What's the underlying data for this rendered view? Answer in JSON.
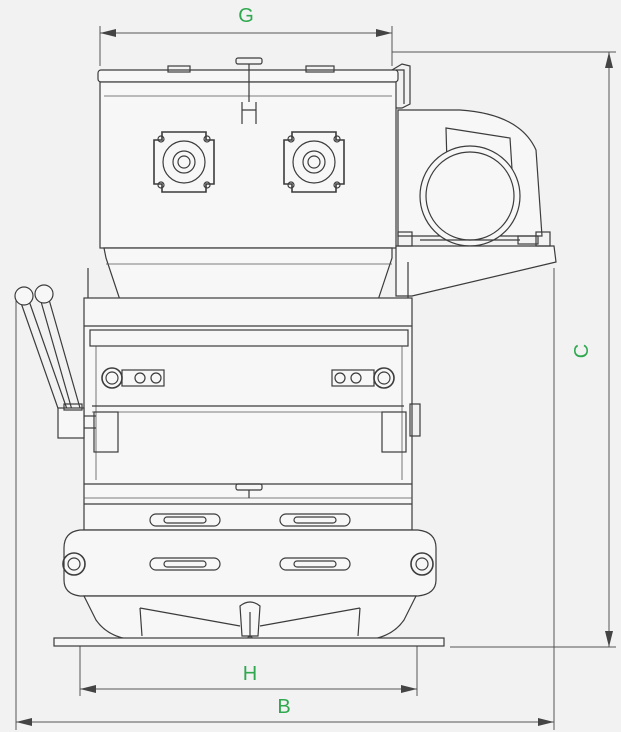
{
  "dimensions": {
    "G": "G",
    "C": "C",
    "H": "H",
    "B": "B"
  },
  "colors": {
    "label": "#2fa84f",
    "line": "#3c3c3c",
    "background": "#f2f2f2"
  }
}
